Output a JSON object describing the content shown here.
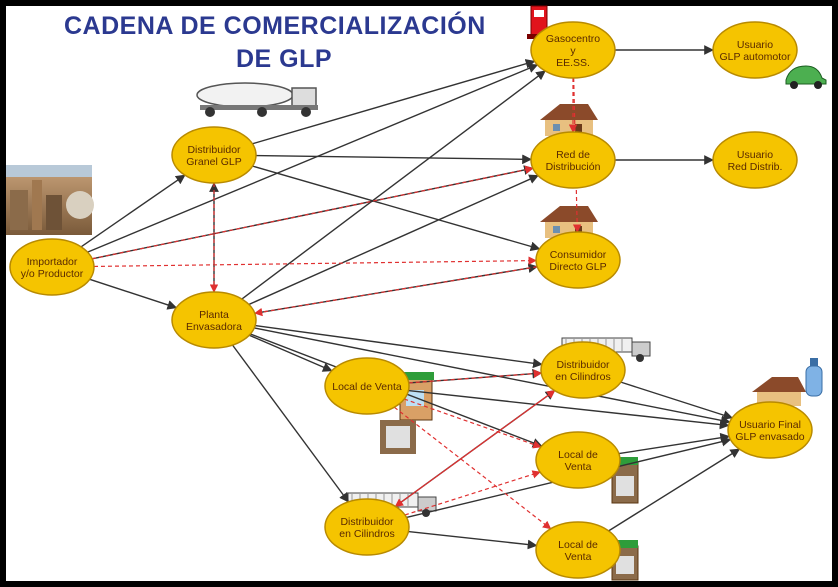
{
  "title": {
    "line1": "CADENA DE COMERCIALIZACIÓN",
    "line2": "DE GLP"
  },
  "colors": {
    "title": "#2b3990",
    "node_fill": "#f5c400",
    "node_stroke": "#b88a00",
    "edge_solid": "#333333",
    "edge_dashed": "#e03030"
  },
  "nodes": [
    {
      "id": "importador",
      "lines": [
        "Importador",
        "y/o Productor"
      ]
    },
    {
      "id": "distribuidor_granel",
      "lines": [
        "Distribuidor",
        "Granel GLP"
      ]
    },
    {
      "id": "planta",
      "lines": [
        "Planta",
        "Envasadora"
      ]
    },
    {
      "id": "gasocentro",
      "lines": [
        "Gasocentro",
        "y",
        "EE.SS."
      ]
    },
    {
      "id": "red_distribucion",
      "lines": [
        "Red de",
        "Distribución"
      ]
    },
    {
      "id": "consumidor_directo",
      "lines": [
        "Consumidor",
        "Directo GLP"
      ]
    },
    {
      "id": "usuario_automotor",
      "lines": [
        "Usuario",
        "GLP automotor"
      ]
    },
    {
      "id": "usuario_red",
      "lines": [
        "Usuario",
        "Red Distrib."
      ]
    },
    {
      "id": "local_venta_1",
      "lines": [
        "Local de Venta"
      ]
    },
    {
      "id": "distribuidor_cilindros_1",
      "lines": [
        "Distribuidor",
        "en Cilindros"
      ]
    },
    {
      "id": "local_venta_2",
      "lines": [
        "Local de",
        "Venta"
      ]
    },
    {
      "id": "local_venta_3",
      "lines": [
        "Local de",
        "Venta"
      ]
    },
    {
      "id": "distribuidor_cilindros_2",
      "lines": [
        "Distribuidor",
        "en Cilindros"
      ]
    },
    {
      "id": "usuario_final",
      "lines": [
        "Usuario Final",
        "GLP envasado"
      ]
    }
  ],
  "edges_solid": [
    [
      "importador",
      "distribuidor_granel"
    ],
    [
      "importador",
      "planta"
    ],
    [
      "importador",
      "gasocentro"
    ],
    [
      "importador",
      "red_distribucion"
    ],
    [
      "distribuidor_granel",
      "gasocentro"
    ],
    [
      "distribuidor_granel",
      "red_distribucion"
    ],
    [
      "distribuidor_granel",
      "consumidor_directo"
    ],
    [
      "planta",
      "distribuidor_granel"
    ],
    [
      "planta",
      "gasocentro"
    ],
    [
      "planta",
      "red_distribucion"
    ],
    [
      "planta",
      "consumidor_directo"
    ],
    [
      "planta",
      "local_venta_1"
    ],
    [
      "planta",
      "distribuidor_cilindros_1"
    ],
    [
      "planta",
      "local_venta_2"
    ],
    [
      "planta",
      "distribuidor_cilindros_2"
    ],
    [
      "planta",
      "usuario_final"
    ],
    [
      "gasocentro",
      "usuario_automotor"
    ],
    [
      "red_distribucion",
      "usuario_red"
    ],
    [
      "local_venta_1",
      "usuario_final"
    ],
    [
      "local_venta_1",
      "distribuidor_cilindros_1"
    ],
    [
      "distribuidor_cilindros_1",
      "usuario_final"
    ],
    [
      "local_venta_2",
      "usuario_final"
    ],
    [
      "local_venta_3",
      "usuario_final"
    ],
    [
      "distribuidor_cilindros_2",
      "usuario_final"
    ],
    [
      "distribuidor_cilindros_2",
      "local_venta_3"
    ],
    [
      "distribuidor_cilindros_2",
      "distribuidor_cilindros_1"
    ]
  ],
  "edges_dashed": [
    [
      "importador",
      "consumidor_directo"
    ],
    [
      "importador",
      "red_distribucion"
    ],
    [
      "distribuidor_granel",
      "planta"
    ],
    [
      "consumidor_directo",
      "planta"
    ],
    [
      "gasocentro",
      "consumidor_directo"
    ],
    [
      "gasocentro",
      "red_distribucion"
    ],
    [
      "local_venta_1",
      "distribuidor_cilindros_1"
    ],
    [
      "local_venta_1",
      "local_venta_2"
    ],
    [
      "local_venta_1",
      "local_venta_3"
    ],
    [
      "distribuidor_cilindros_2",
      "distribuidor_cilindros_1"
    ],
    [
      "distribuidor_cilindros_2",
      "local_venta_2"
    ],
    [
      "distribuidor_cilindros_1",
      "distribuidor_cilindros_2"
    ]
  ],
  "icons": [
    "refinery-photo",
    "tanker-truck-icon",
    "fuel-pump-icon",
    "house-icon",
    "house-icon",
    "car-icon",
    "cylinder-truck-icon",
    "cylinder-truck-icon",
    "store-icon",
    "store-icon",
    "store-icon",
    "gas-cylinder-house-icon"
  ]
}
